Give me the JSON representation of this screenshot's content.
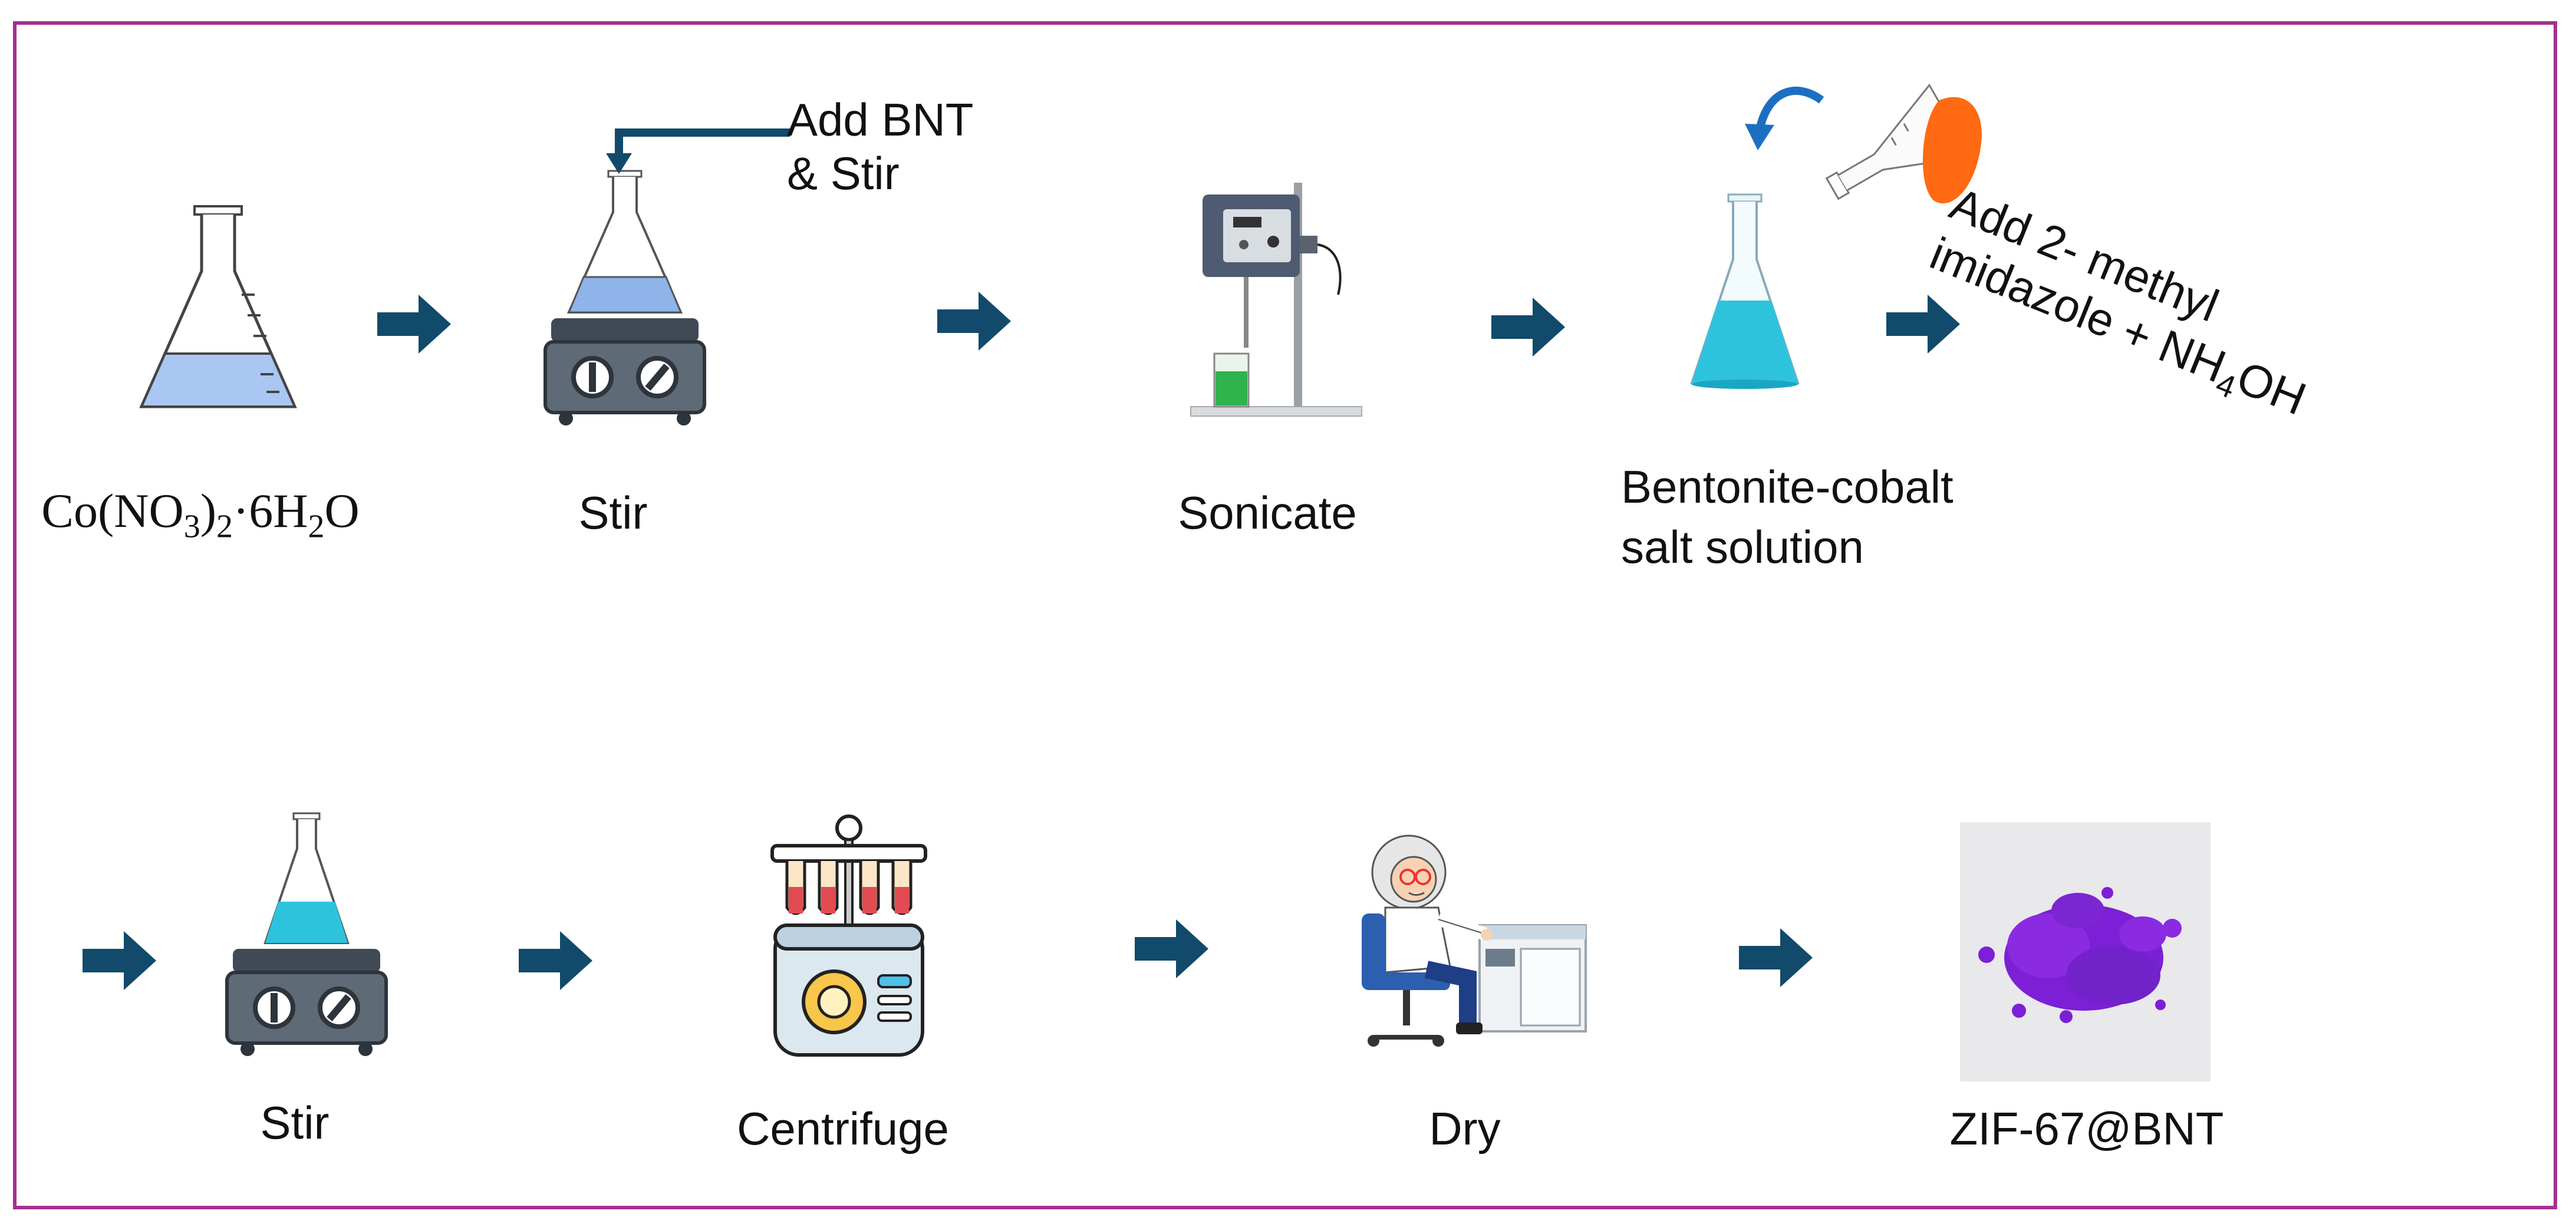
{
  "diagram": {
    "border_color": "#a4308f",
    "arrow_color": "#114a6b",
    "steps": {
      "cobalt_salt": {
        "formula_parts": [
          "Co(NO",
          "3",
          ")",
          "2",
          "·6H",
          "2",
          "O"
        ]
      },
      "stir_bnt": {
        "label": "Stir",
        "annotation_line1": "Add BNT",
        "annotation_line2": "& Stir"
      },
      "sonicate": {
        "label": "Sonicate"
      },
      "bentonite_solution": {
        "label_line1": "Bentonite-cobalt",
        "label_line2": "salt solution",
        "annotation_line1": "Add 2- methyl",
        "annotation_line2_main": "imidazole + NH",
        "annotation_line2_sub": "4",
        "annotation_line2_tail": "OH"
      },
      "stir_final": {
        "label": "Stir"
      },
      "centrifuge": {
        "label": "Centrifuge"
      },
      "dry": {
        "label": "Dry"
      },
      "product": {
        "label": "ZIF-67@BNT"
      }
    }
  }
}
